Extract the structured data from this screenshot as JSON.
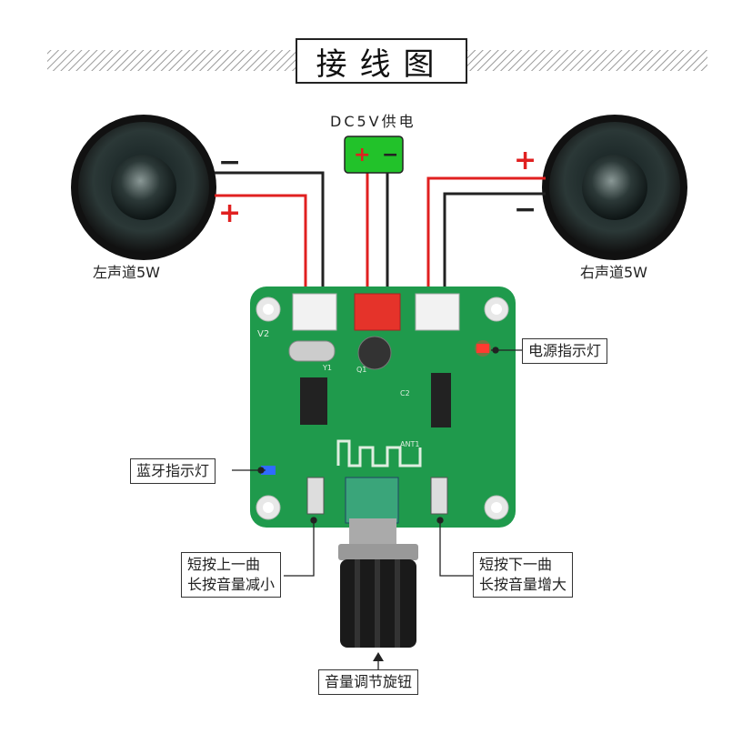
{
  "title": "接线图",
  "power": {
    "label": "DC5V供电",
    "plus": "+",
    "minus": "−"
  },
  "left_speaker": {
    "label": "左声道5W",
    "plus": "+",
    "minus": "−"
  },
  "right_speaker": {
    "label": "右声道5W",
    "plus": "+",
    "minus": "−"
  },
  "callouts": {
    "power_led": "电源指示灯",
    "bt_led": "蓝牙指示灯",
    "prev_line1": "短按上一曲",
    "prev_line2": "长按音量减小",
    "next_line1": "短按下一曲",
    "next_line2": "长按音量增大",
    "knob": "音量调节旋钮"
  },
  "pcb": {
    "version": "V2",
    "antenna": "ANT1",
    "crystal": "Y1",
    "transistor": "Q1",
    "capacitor": "C2"
  },
  "colors": {
    "pcb": "#1f9a4c",
    "wire_red": "#e02020",
    "wire_black": "#222222",
    "power_block": "#22c22a",
    "led_red": "#ff3b30",
    "led_blue": "#2f6bff"
  }
}
